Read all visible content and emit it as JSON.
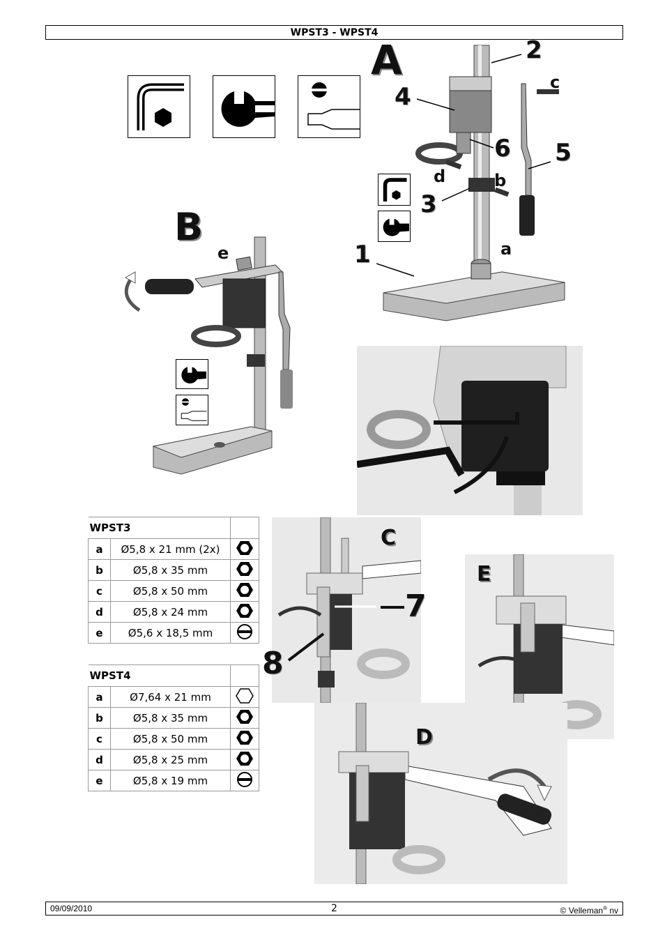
{
  "header": {
    "title": "WPST3 - WPST4"
  },
  "figures": {
    "a_letter": "A",
    "b_letter": "B",
    "c_letter": "C",
    "d_letter": "D",
    "e_letter": "E",
    "labels_a": {
      "n1": "1",
      "n2": "2",
      "n3": "3",
      "n4": "4",
      "n5": "5",
      "n6": "6",
      "la": "a",
      "lb": "b",
      "lc": "c",
      "ld": "d"
    },
    "labels_b": {
      "le": "e"
    },
    "labels_c": {
      "n7": "7",
      "n8": "8"
    }
  },
  "tools": [
    "hex-key",
    "wrench",
    "screwdriver"
  ],
  "tables": [
    {
      "title": "WPST3",
      "rows": [
        {
          "key": "a",
          "value": "Ø5,8 x 21 mm (2x)",
          "icon": "hex-nut"
        },
        {
          "key": "b",
          "value": "Ø5,8 x 35 mm",
          "icon": "hex-nut"
        },
        {
          "key": "c",
          "value": "Ø5,8 x 50 mm",
          "icon": "hex-nut"
        },
        {
          "key": "d",
          "value": "Ø5,8 x 24 mm",
          "icon": "hex-nut"
        },
        {
          "key": "e",
          "value": "Ø5,6 x 18,5 mm",
          "icon": "slot-screw"
        }
      ]
    },
    {
      "title": "WPST4",
      "rows": [
        {
          "key": "a",
          "value": "Ø7,64 x 21 mm",
          "icon": "hex-outline"
        },
        {
          "key": "b",
          "value": "Ø5,8 x 35 mm",
          "icon": "hex-nut"
        },
        {
          "key": "c",
          "value": "Ø5,8 x 50 mm",
          "icon": "hex-nut"
        },
        {
          "key": "d",
          "value": "Ø5,8 x 25 mm",
          "icon": "hex-nut"
        },
        {
          "key": "e",
          "value": "Ø5,8 x 19 mm",
          "icon": "slot-screw"
        }
      ]
    }
  ],
  "footer": {
    "date": "09/09/2010",
    "page": "2",
    "copyright": "© Velleman",
    "reg": "®",
    "suffix": " nv"
  }
}
